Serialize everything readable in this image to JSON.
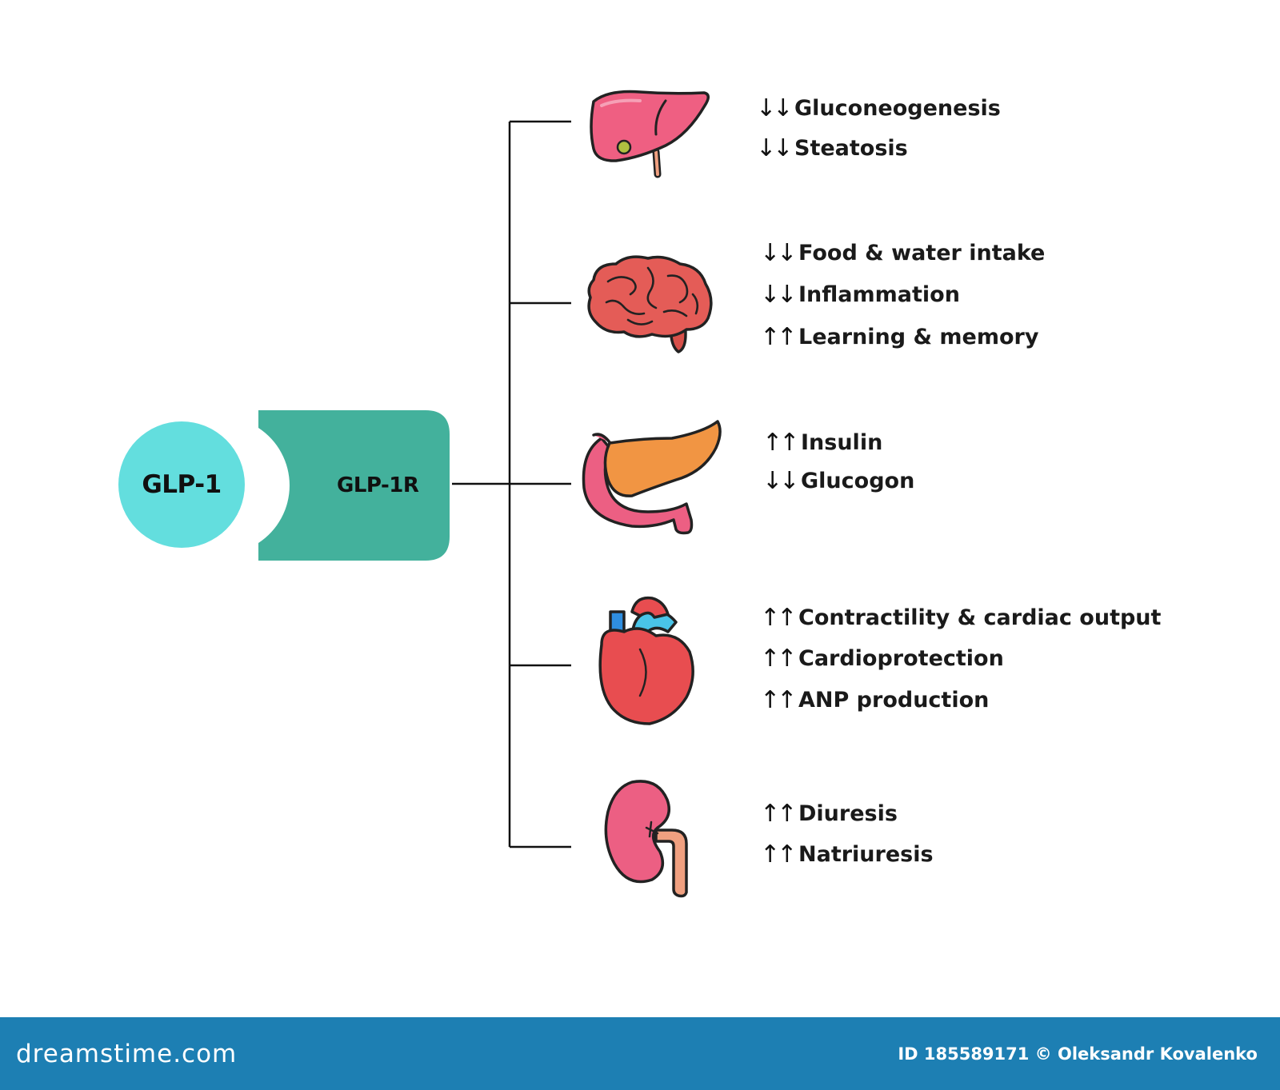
{
  "ligand": {
    "label": "GLP-1",
    "color": "#63dede"
  },
  "receptor": {
    "label": "GLP-1R",
    "color": "#43b19c"
  },
  "organs": [
    {
      "name": "liver-icon",
      "effects": [
        {
          "arrows": "↓↓",
          "label": "Gluconeogenesis"
        },
        {
          "arrows": "↓↓",
          "label": "Steatosis"
        }
      ]
    },
    {
      "name": "brain-icon",
      "effects": [
        {
          "arrows": "↓↓",
          "label": "Food & water intake"
        },
        {
          "arrows": "↓↓",
          "label": "Inflammation"
        },
        {
          "arrows": "↑↑",
          "label": "Learning & memory"
        }
      ]
    },
    {
      "name": "pancreas-icon",
      "effects": [
        {
          "arrows": "↑↑",
          "label": "Insulin"
        },
        {
          "arrows": "↓↓",
          "label": "Glucogon"
        }
      ]
    },
    {
      "name": "heart-icon",
      "effects": [
        {
          "arrows": "↑↑",
          "label": "Contractility & cardiac output"
        },
        {
          "arrows": "↑↑",
          "label": "Cardioprotection"
        },
        {
          "arrows": "↑↑",
          "label": "ANP production"
        }
      ]
    },
    {
      "name": "kidney-icon",
      "effects": [
        {
          "arrows": "↑↑",
          "label": "Diuresis"
        },
        {
          "arrows": "↑↑",
          "label": "Natriuresis"
        }
      ]
    }
  ],
  "footer": {
    "brand": "dreamstime.com",
    "credit": "ID 185589171 © Oleksandr Kovalenko",
    "background": "#1d7fb3"
  }
}
